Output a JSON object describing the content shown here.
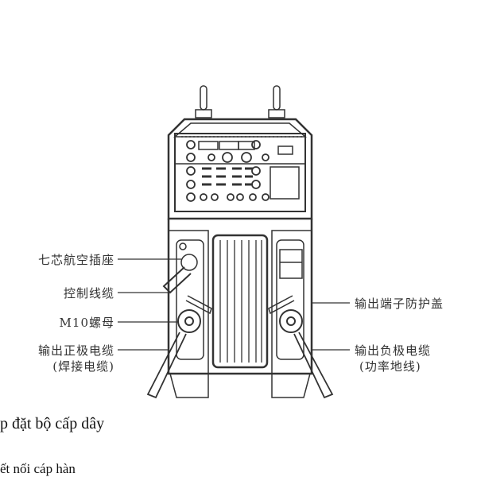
{
  "diagram": {
    "labels_left": [
      {
        "text": "七芯航空插座"
      },
      {
        "text": "控制线缆"
      },
      {
        "text": "M10螺母"
      },
      {
        "text": "输出正极电缆",
        "sub": "(焊接电缆)"
      }
    ],
    "labels_right": [
      {
        "text": "输出端子防护盖"
      },
      {
        "text": "输出负极电缆",
        "sub": "(功率地线)"
      }
    ]
  },
  "text": {
    "heading": "p đặt bộ cấp dây",
    "subheading": "ết nối cáp hàn"
  }
}
